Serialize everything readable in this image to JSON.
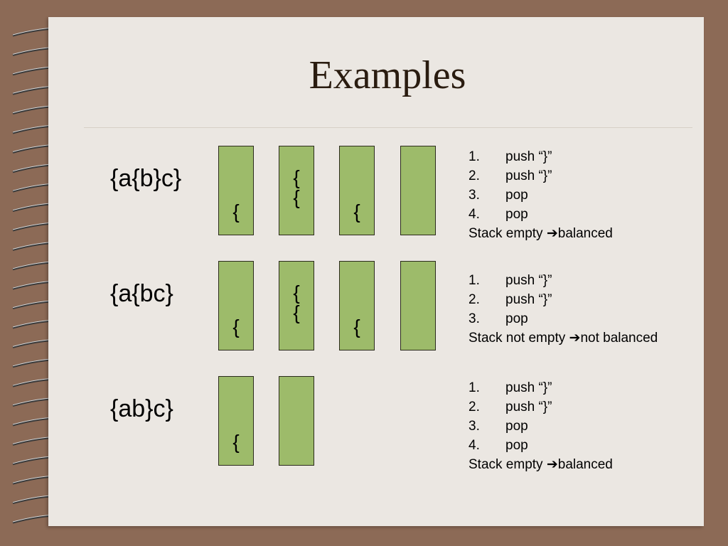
{
  "slide": {
    "title": "Examples"
  },
  "examples": [
    {
      "expression": "{a{b}c}",
      "stacks": [
        [
          "{"
        ],
        [
          "{",
          "{"
        ],
        [
          "{"
        ],
        []
      ],
      "steps": [
        {
          "num": "1.",
          "text": "push “}”"
        },
        {
          "num": "2.",
          "text": "push “}”"
        },
        {
          "num": "3.",
          "text": "pop"
        },
        {
          "num": "4.",
          "text": "pop"
        }
      ],
      "conclusion_prefix": "Stack empty ",
      "arrow": "➔",
      "conclusion_result": "balanced"
    },
    {
      "expression": "{a{bc}",
      "stacks": [
        [
          "{"
        ],
        [
          "{",
          "{"
        ],
        [
          "{"
        ],
        []
      ],
      "steps": [
        {
          "num": "1.",
          "text": "push “}”"
        },
        {
          "num": "2.",
          "text": "push “}”"
        },
        {
          "num": "3.",
          "text": "pop"
        }
      ],
      "conclusion_prefix": "Stack not empty ",
      "arrow": "➔",
      "conclusion_result": "not balanced"
    },
    {
      "expression": "{ab}c}",
      "stacks": [
        [
          "{"
        ],
        []
      ],
      "steps": [
        {
          "num": "1.",
          "text": "push “}”"
        },
        {
          "num": "2.",
          "text": "push “}”"
        },
        {
          "num": "3.",
          "text": "pop"
        },
        {
          "num": "4.",
          "text": "pop"
        }
      ],
      "conclusion_prefix": "Stack empty ",
      "arrow": "➔",
      "conclusion_result": "balanced"
    }
  ],
  "colors": {
    "background": "#8c6a56",
    "page": "#ebe7e2",
    "stack_box": "#9dbb6a",
    "title_text": "#2a1c10"
  },
  "icons": {
    "binding": "spiral-binding-icon",
    "arrow": "right-arrow-icon"
  }
}
